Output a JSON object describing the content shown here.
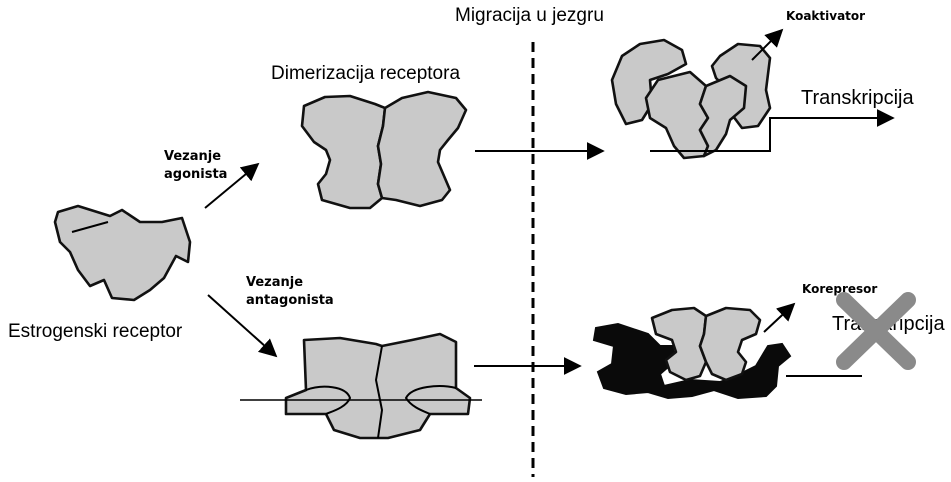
{
  "labels": {
    "migration": "Migracija u jezgru",
    "dimerization": "Dimerizacija receptora",
    "agonist_binding_1": "Vezanje",
    "agonist_binding_2": "agonista",
    "antagonist_binding_1": "Vezanje",
    "antagonist_binding_2": "antagonista",
    "estrogen_receptor": "Estrogenski receptor",
    "coactivator": "Koaktivator",
    "transcription_active": "Transkripcija",
    "corepressor": "Korepresor",
    "transcription_blocked": "Transkripcija"
  },
  "colors": {
    "receptor_fill": "#c9c9c9",
    "outline": "#111111",
    "corepressor_fill": "#0a0a0a",
    "block_cross": "#8a8a8a"
  }
}
